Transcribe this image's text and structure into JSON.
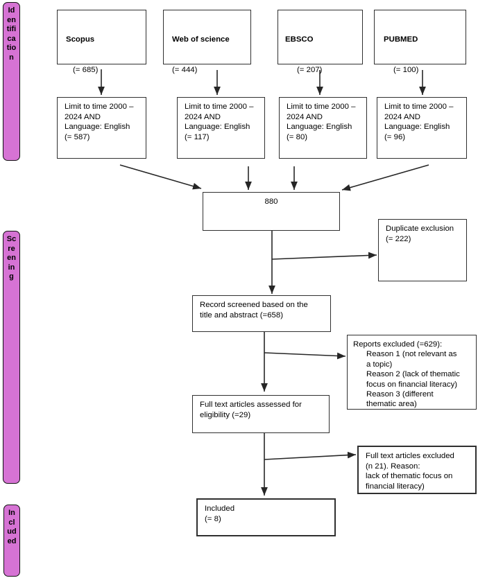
{
  "colors": {
    "bar_fill": "#d673d4",
    "box_border": "#2f2f2f",
    "arrow": "#262626"
  },
  "sidebar": {
    "bars": [
      {
        "name": "identification",
        "label": "Id\nen\ntifi\nca\ntio\nn"
      },
      {
        "name": "screening",
        "label": "Sc\nre\nen\nin\ng"
      },
      {
        "name": "included",
        "label": "In\ncl\nud\ned"
      }
    ]
  },
  "sources": [
    {
      "name": "Scopus",
      "count": "(= 685)"
    },
    {
      "name": "Web of science",
      "count": "(= 444)"
    },
    {
      "name": "EBSCO",
      "count": "(= 207)"
    },
    {
      "name": "PUBMED",
      "count": "(= 100)"
    }
  ],
  "filters": [
    {
      "text": "Limit to time 2000 –\n2024 AND\nLanguage: English\n(= 587)"
    },
    {
      "text": "Limit to time 2000 –\n2024 AND\nLanguage: English\n(= 117)"
    },
    {
      "text": "Limit to time 2000 –\n2024 AND\nLanguage: English\n(= 80)"
    },
    {
      "text": "Limit to time 2000 –\n2024 AND\nLanguage: English\n(= 96)"
    }
  ],
  "merge": {
    "total": "880"
  },
  "screening": {
    "duplicate_exclusion": "Duplicate exclusion\n(= 222)",
    "record_screened": "Record screened based on the\ntitle and abstract (=658)",
    "reports_excluded": "Reports excluded (=629):\n      Reason 1 (not relevant as\n      a topic)\n      Reason 2 (lack of thematic\n      focus on financial literacy)\n      Reason 3 (different\n      thematic area)",
    "full_text_assessed": "Full text articles assessed for\neligibility (=29)",
    "full_text_excluded": "Full text articles excluded\n(n 21). Reason:\nlack of thematic focus on\nfinancial literacy)"
  },
  "included_box": {
    "text": "Included\n(= 8)"
  }
}
